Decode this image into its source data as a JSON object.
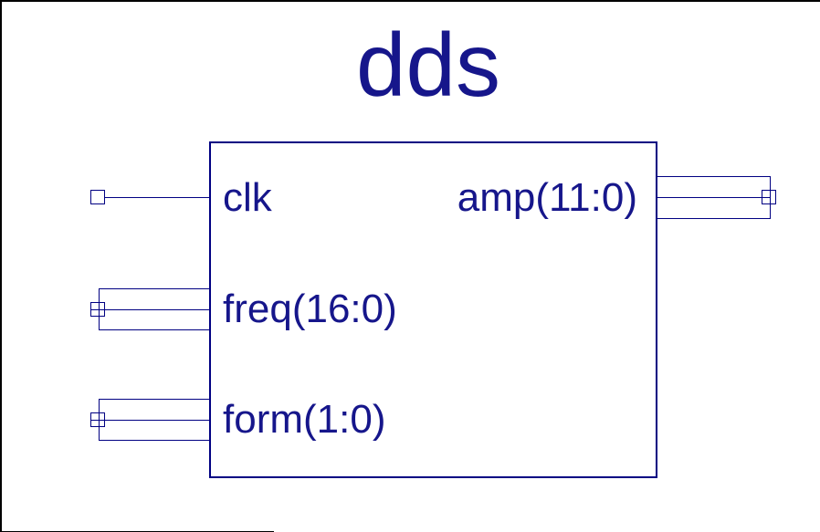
{
  "diagram": {
    "title": "dds",
    "component": {
      "name": "dds",
      "inputs": [
        {
          "name": "clk",
          "label": "clk",
          "type": "wire"
        },
        {
          "name": "freq",
          "label": "freq(16:0)",
          "type": "bus",
          "width_bits": 17
        },
        {
          "name": "form",
          "label": "form(1:0)",
          "type": "bus",
          "width_bits": 2
        }
      ],
      "outputs": [
        {
          "name": "amp",
          "label": "amp(11:0)",
          "type": "bus",
          "width_bits": 12
        }
      ]
    },
    "colors": {
      "line": "#000082",
      "text": "#16168B",
      "frame": "#000000",
      "background": "#ffffff"
    }
  }
}
